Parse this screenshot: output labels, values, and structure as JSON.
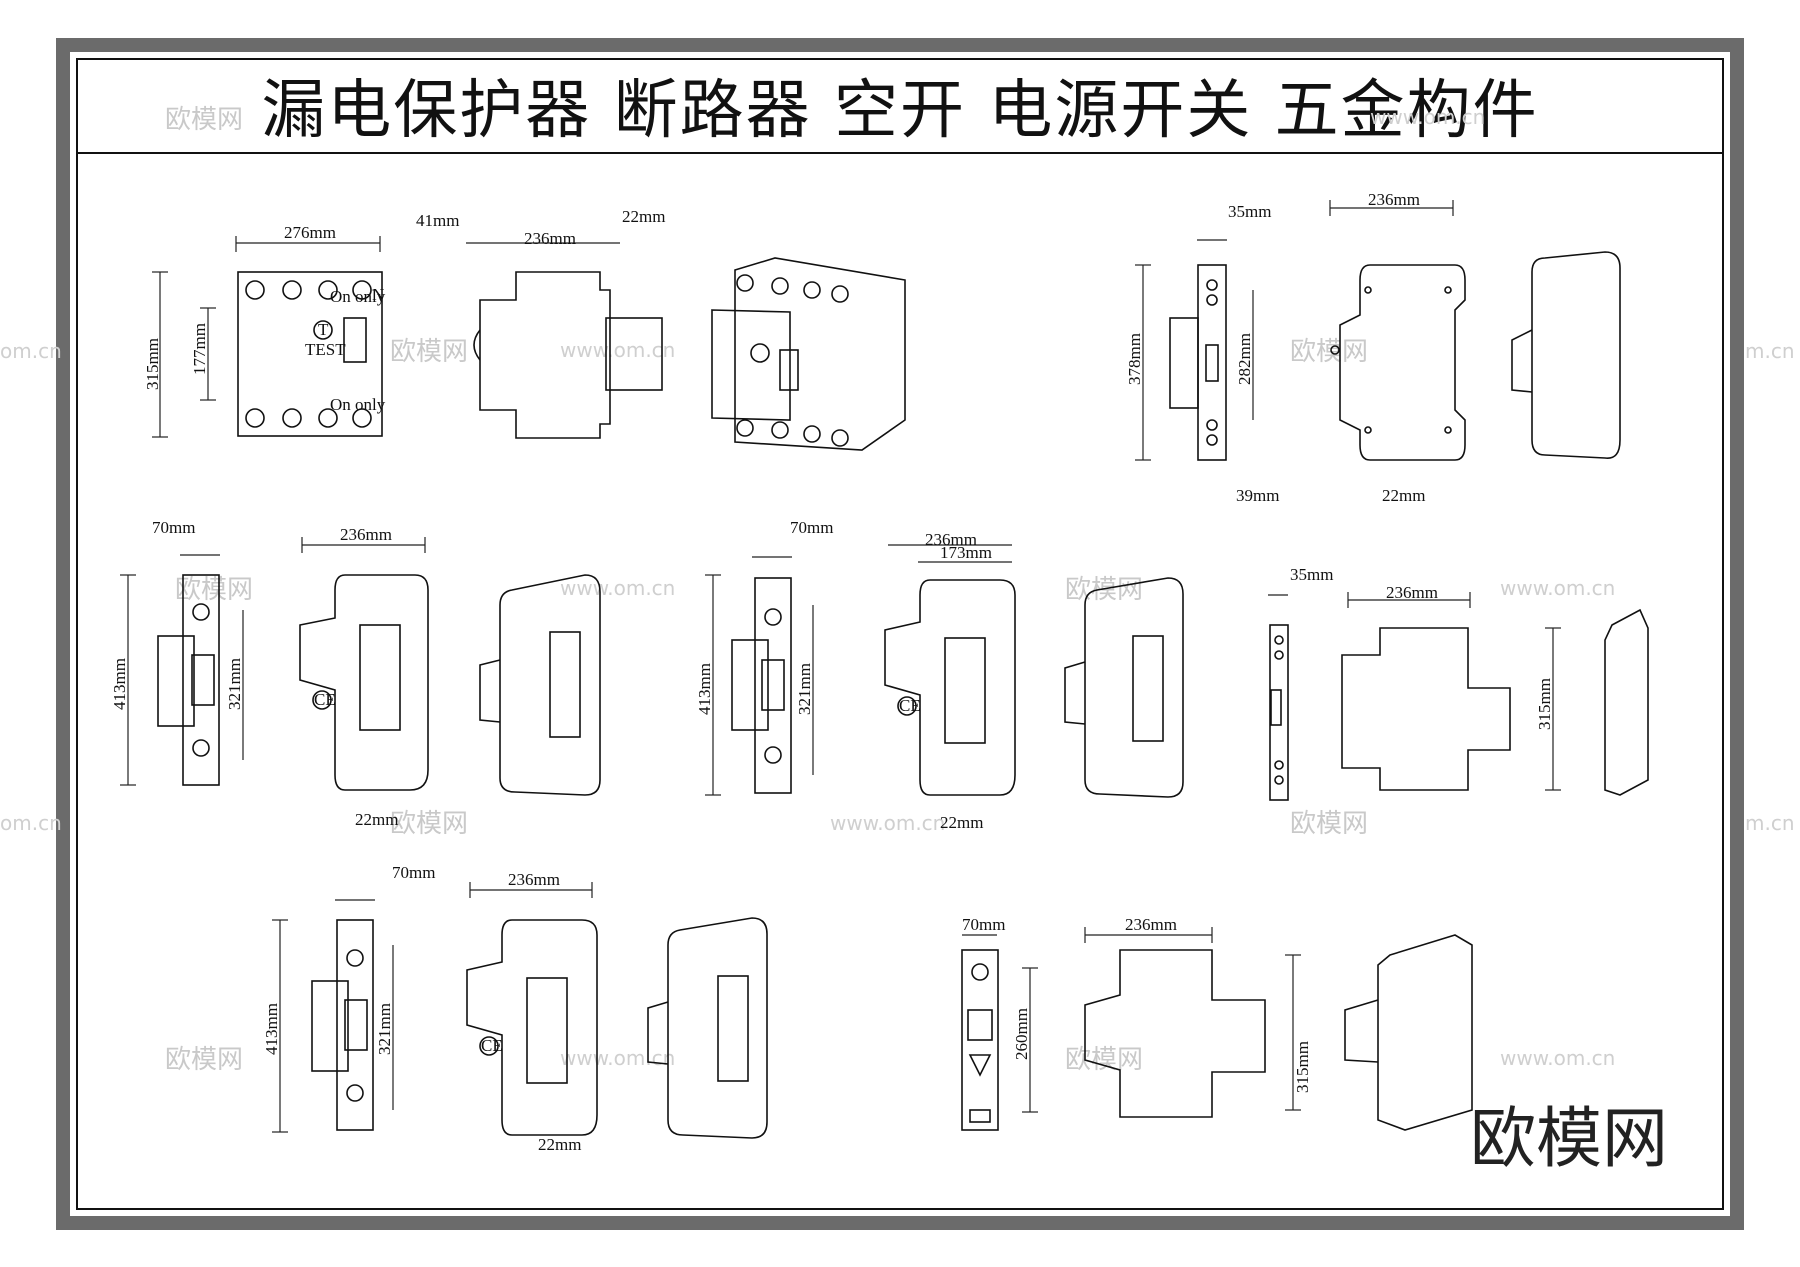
{
  "title": "漏电保护器 断路器 空开 电源开关 五金构件",
  "watermark": {
    "brand": "欧模网",
    "site": "www.om.cn",
    "partial_left": "om.cn",
    "partial_left2": "m.cn"
  },
  "dimensions": {
    "rcd_width": "276mm",
    "rcd_height": "315mm",
    "rcd_inner": "177mm",
    "rcd_side_a": "41mm",
    "rcd_side_b": "236mm",
    "rcd_side_c": "22mm",
    "g2_width": "35mm",
    "g2_height": "378mm",
    "g2_inner": "282mm",
    "g2_side": "236mm",
    "g2_bottom_a": "39mm",
    "g2_bottom_b": "22mm",
    "g3_width": "70mm",
    "g3_height": "413mm",
    "g3_inner": "321mm",
    "g3_side": "236mm",
    "g3_bottom": "22mm",
    "g4_width": "70mm",
    "g4_height": "413mm",
    "g4_inner": "321mm",
    "g4_side_a": "236mm",
    "g4_side_b": "173mm",
    "g4_bottom": "22mm",
    "g5_width": "35mm",
    "g5_side": "236mm",
    "g5_height": "315mm",
    "g6_width": "70mm",
    "g6_height": "413mm",
    "g6_inner": "321mm",
    "g6_side": "236mm",
    "g6_bottom": "22mm",
    "g7_width": "70mm",
    "g7_height": "260mm",
    "g7_side": "236mm",
    "g7_right": "315mm"
  },
  "device_labels": {
    "test": "TEST",
    "t_button": "T",
    "ce": "CE",
    "on_only": "On only",
    "n": "N"
  },
  "brand_mark": "欧模网"
}
